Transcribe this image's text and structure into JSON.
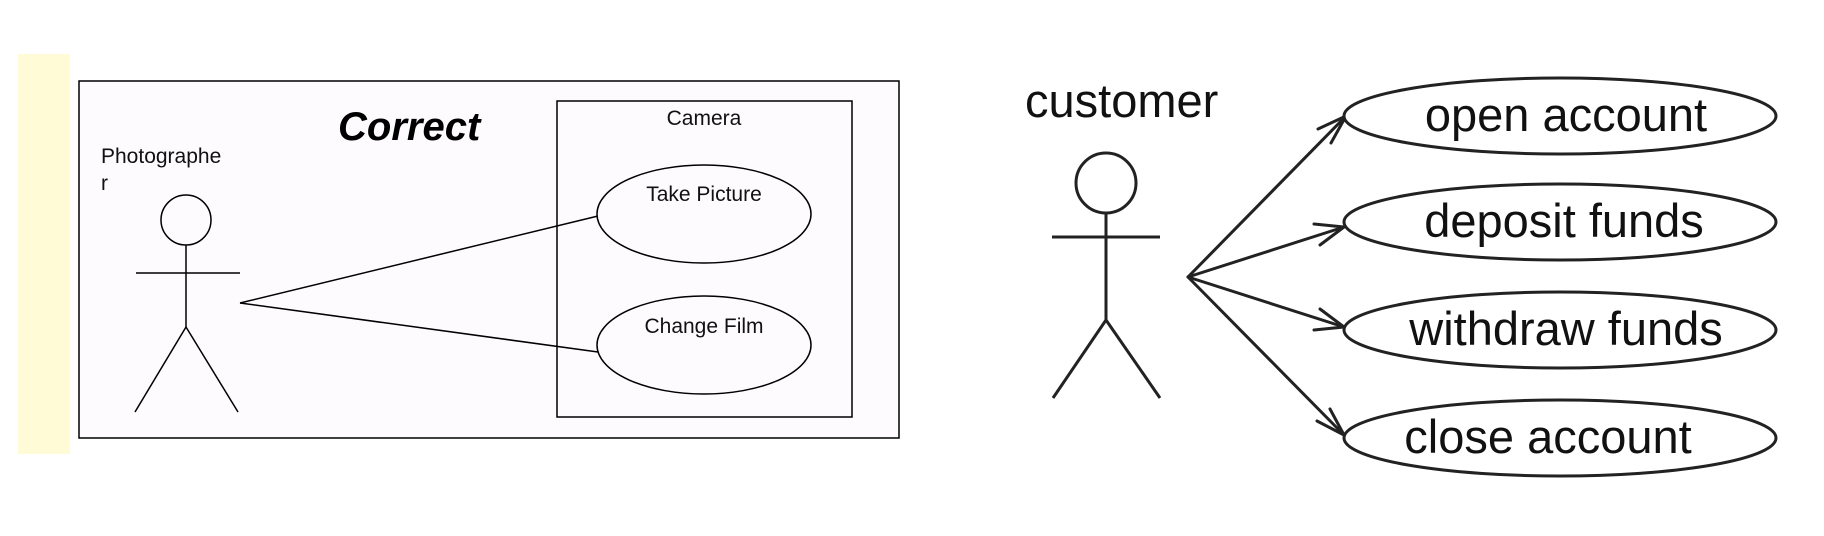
{
  "left_diagram": {
    "title": "Correct",
    "actor_label_line1": "Photographe",
    "actor_label_line2": "r",
    "system_label": "Camera",
    "use_cases": [
      "Take Picture",
      "Change Film"
    ],
    "colors": {
      "sidebar": "#fffbd6",
      "frame_bg": "#fdfbfd",
      "stroke": "#000000"
    }
  },
  "right_diagram": {
    "actor_label": "customer",
    "use_cases": [
      "open account",
      "deposit funds",
      "withdraw funds",
      "close account"
    ],
    "colors": {
      "stroke": "#222222"
    }
  }
}
